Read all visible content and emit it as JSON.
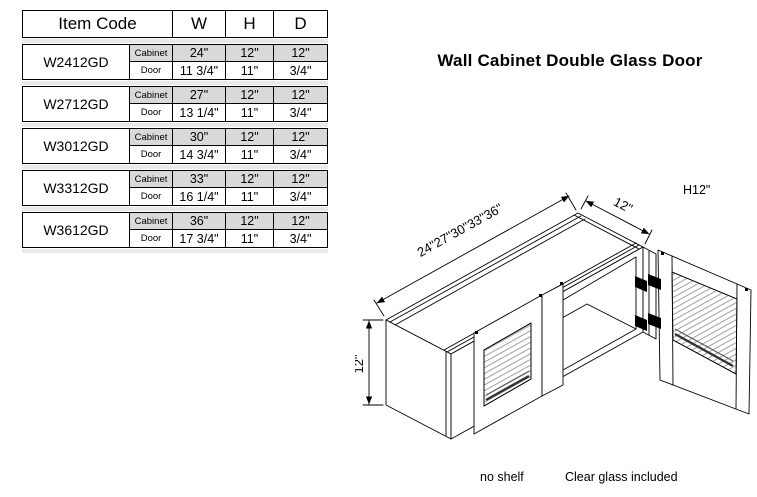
{
  "title": "Wall Cabinet Double Glass Door",
  "table": {
    "headers": {
      "item_code": "Item Code",
      "w": "W",
      "h": "H",
      "d": "D"
    },
    "row_labels": {
      "cabinet": "Cabinet",
      "door": "Door"
    },
    "rows": [
      {
        "code": "W2412GD",
        "cabinet": [
          "24\"",
          "12\"",
          "12\""
        ],
        "door": [
          "11 3/4\"",
          "11\"",
          "3/4\""
        ]
      },
      {
        "code": "W2712GD",
        "cabinet": [
          "27\"",
          "12\"",
          "12\""
        ],
        "door": [
          "13 1/4\"",
          "11\"",
          "3/4\""
        ]
      },
      {
        "code": "W3012GD",
        "cabinet": [
          "30\"",
          "12\"",
          "12\""
        ],
        "door": [
          "14 3/4\"",
          "11\"",
          "3/4\""
        ]
      },
      {
        "code": "W3312GD",
        "cabinet": [
          "33\"",
          "12\"",
          "12\""
        ],
        "door": [
          "16 1/4\"",
          "11\"",
          "3/4\""
        ]
      },
      {
        "code": "W3612GD",
        "cabinet": [
          "36\"",
          "12\"",
          "12\""
        ],
        "door": [
          "17 3/4\"",
          "11\"",
          "3/4\""
        ]
      }
    ]
  },
  "diagram": {
    "width_label": "24\"27\"30\"33\"36\"",
    "depth_label": "12\"",
    "height_label": "12\"",
    "height_note": "H12\""
  },
  "footnotes": {
    "shelf": "no shelf",
    "glass": "Clear glass included"
  },
  "colors": {
    "row_shade": "#d9d9d9",
    "separator": "#e9e9e9",
    "line": "#000000",
    "glass_hatch": "#8a8a8a"
  }
}
